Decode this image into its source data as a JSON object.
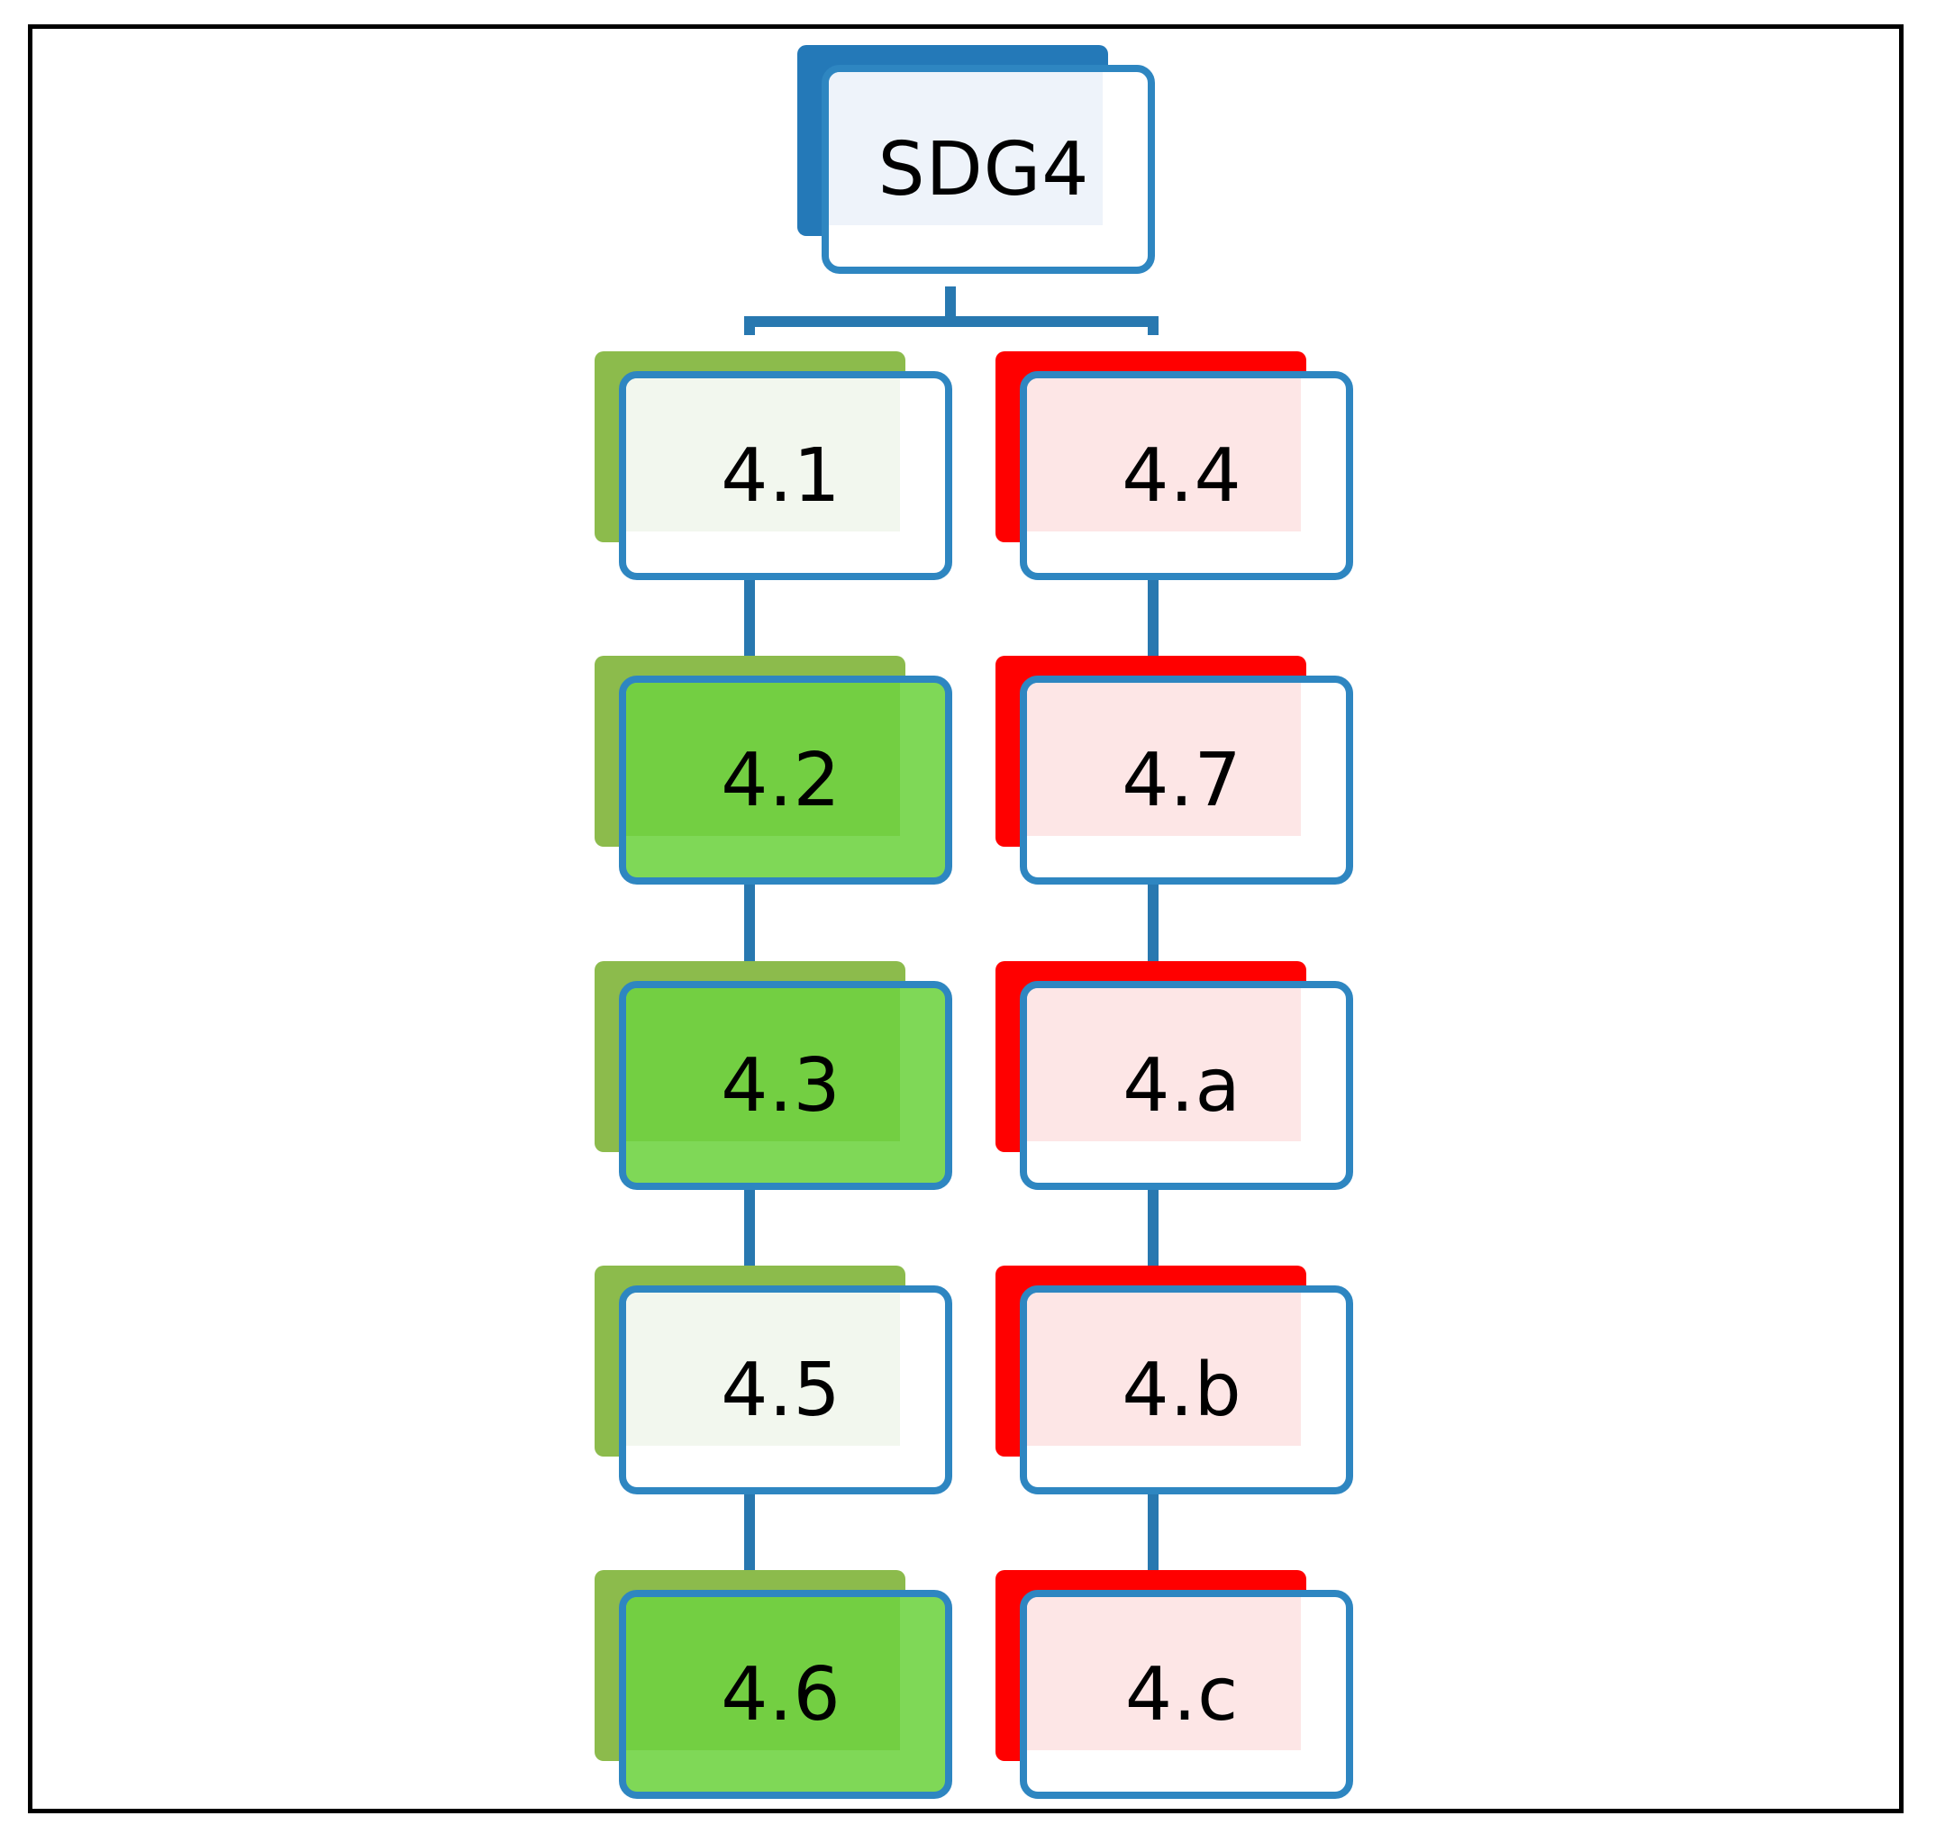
{
  "root": {
    "label": "SDG4",
    "shadow_color": "#2479b8",
    "fill_color": "#eef3fa"
  },
  "branches": [
    {
      "nodes": [
        {
          "label": "4.1",
          "highlighted": false
        },
        {
          "label": "4.2",
          "highlighted": true
        },
        {
          "label": "4.3",
          "highlighted": true
        },
        {
          "label": "4.5",
          "highlighted": false
        },
        {
          "label": "4.6",
          "highlighted": true
        }
      ],
      "shadow_color": "#8cbb4c",
      "plain_fill": "#f2f7ee",
      "highlight_fill": "#73cf42"
    },
    {
      "nodes": [
        {
          "label": "4.4",
          "highlighted": false
        },
        {
          "label": "4.7",
          "highlighted": false
        },
        {
          "label": "4.a",
          "highlighted": false
        },
        {
          "label": "4.b",
          "highlighted": false
        },
        {
          "label": "4.c",
          "highlighted": false
        }
      ],
      "shadow_color": "#ff0000",
      "plain_fill": "#fde6e6",
      "highlight_fill": "#fde6e6"
    }
  ],
  "colors": {
    "border": "#2e86c1",
    "connector": "#2878b0",
    "frame": "#000000"
  }
}
